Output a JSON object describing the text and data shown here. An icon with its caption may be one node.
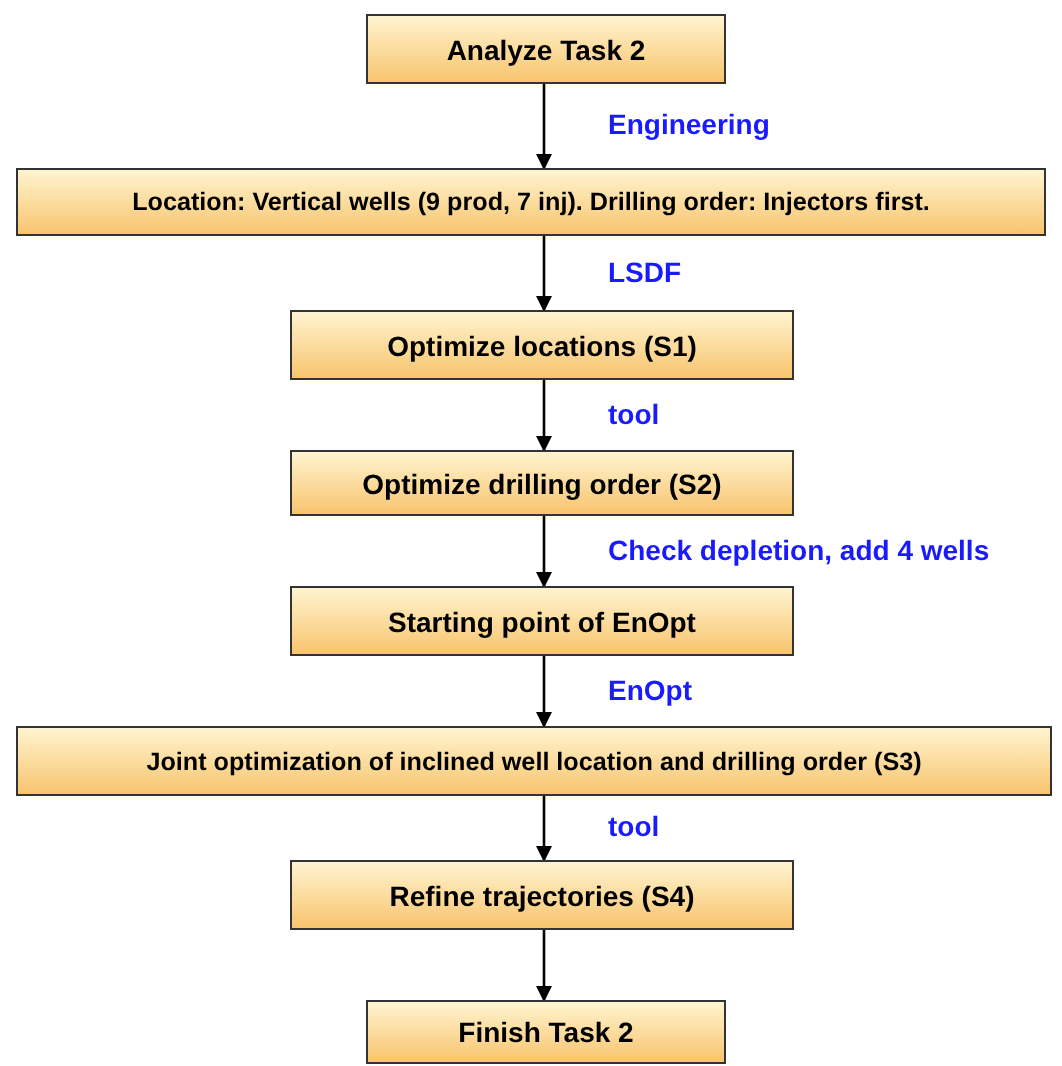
{
  "diagram": {
    "nodes": [
      {
        "text": [
          "Analyze Task 2"
        ]
      },
      {
        "text": [
          "Location: Vertical wells (9 prod, 7 inj). Drilling order: Injectors first."
        ]
      },
      {
        "text": [
          "Optimize locations (S1)"
        ]
      },
      {
        "text": [
          "Optimize drilling  order (S2)"
        ]
      },
      {
        "text": [
          "Starting point of EnOpt"
        ]
      },
      {
        "text": [
          "Joint optimization of inclined well location and drilling order (S3)"
        ]
      },
      {
        "text": [
          "Refine trajectories (S4)"
        ]
      },
      {
        "text": [
          "Finish Task 2"
        ]
      }
    ],
    "edges": [
      {
        "from": 0,
        "to": 1,
        "arrow": "to",
        "label": "Engineering"
      },
      {
        "from": 1,
        "to": 2,
        "arrow": "to",
        "label": "LSDF"
      },
      {
        "from": 2,
        "to": 3,
        "arrow": "to",
        "label": "tool"
      },
      {
        "from": 3,
        "to": 4,
        "arrow": "to",
        "label": "Check depletion, add 4 wells"
      },
      {
        "from": 4,
        "to": 5,
        "arrow": "to",
        "label": "EnOpt"
      },
      {
        "from": 5,
        "to": 6,
        "arrow": "to",
        "label": "tool"
      },
      {
        "from": 6,
        "to": 7,
        "arrow": "to"
      }
    ]
  }
}
